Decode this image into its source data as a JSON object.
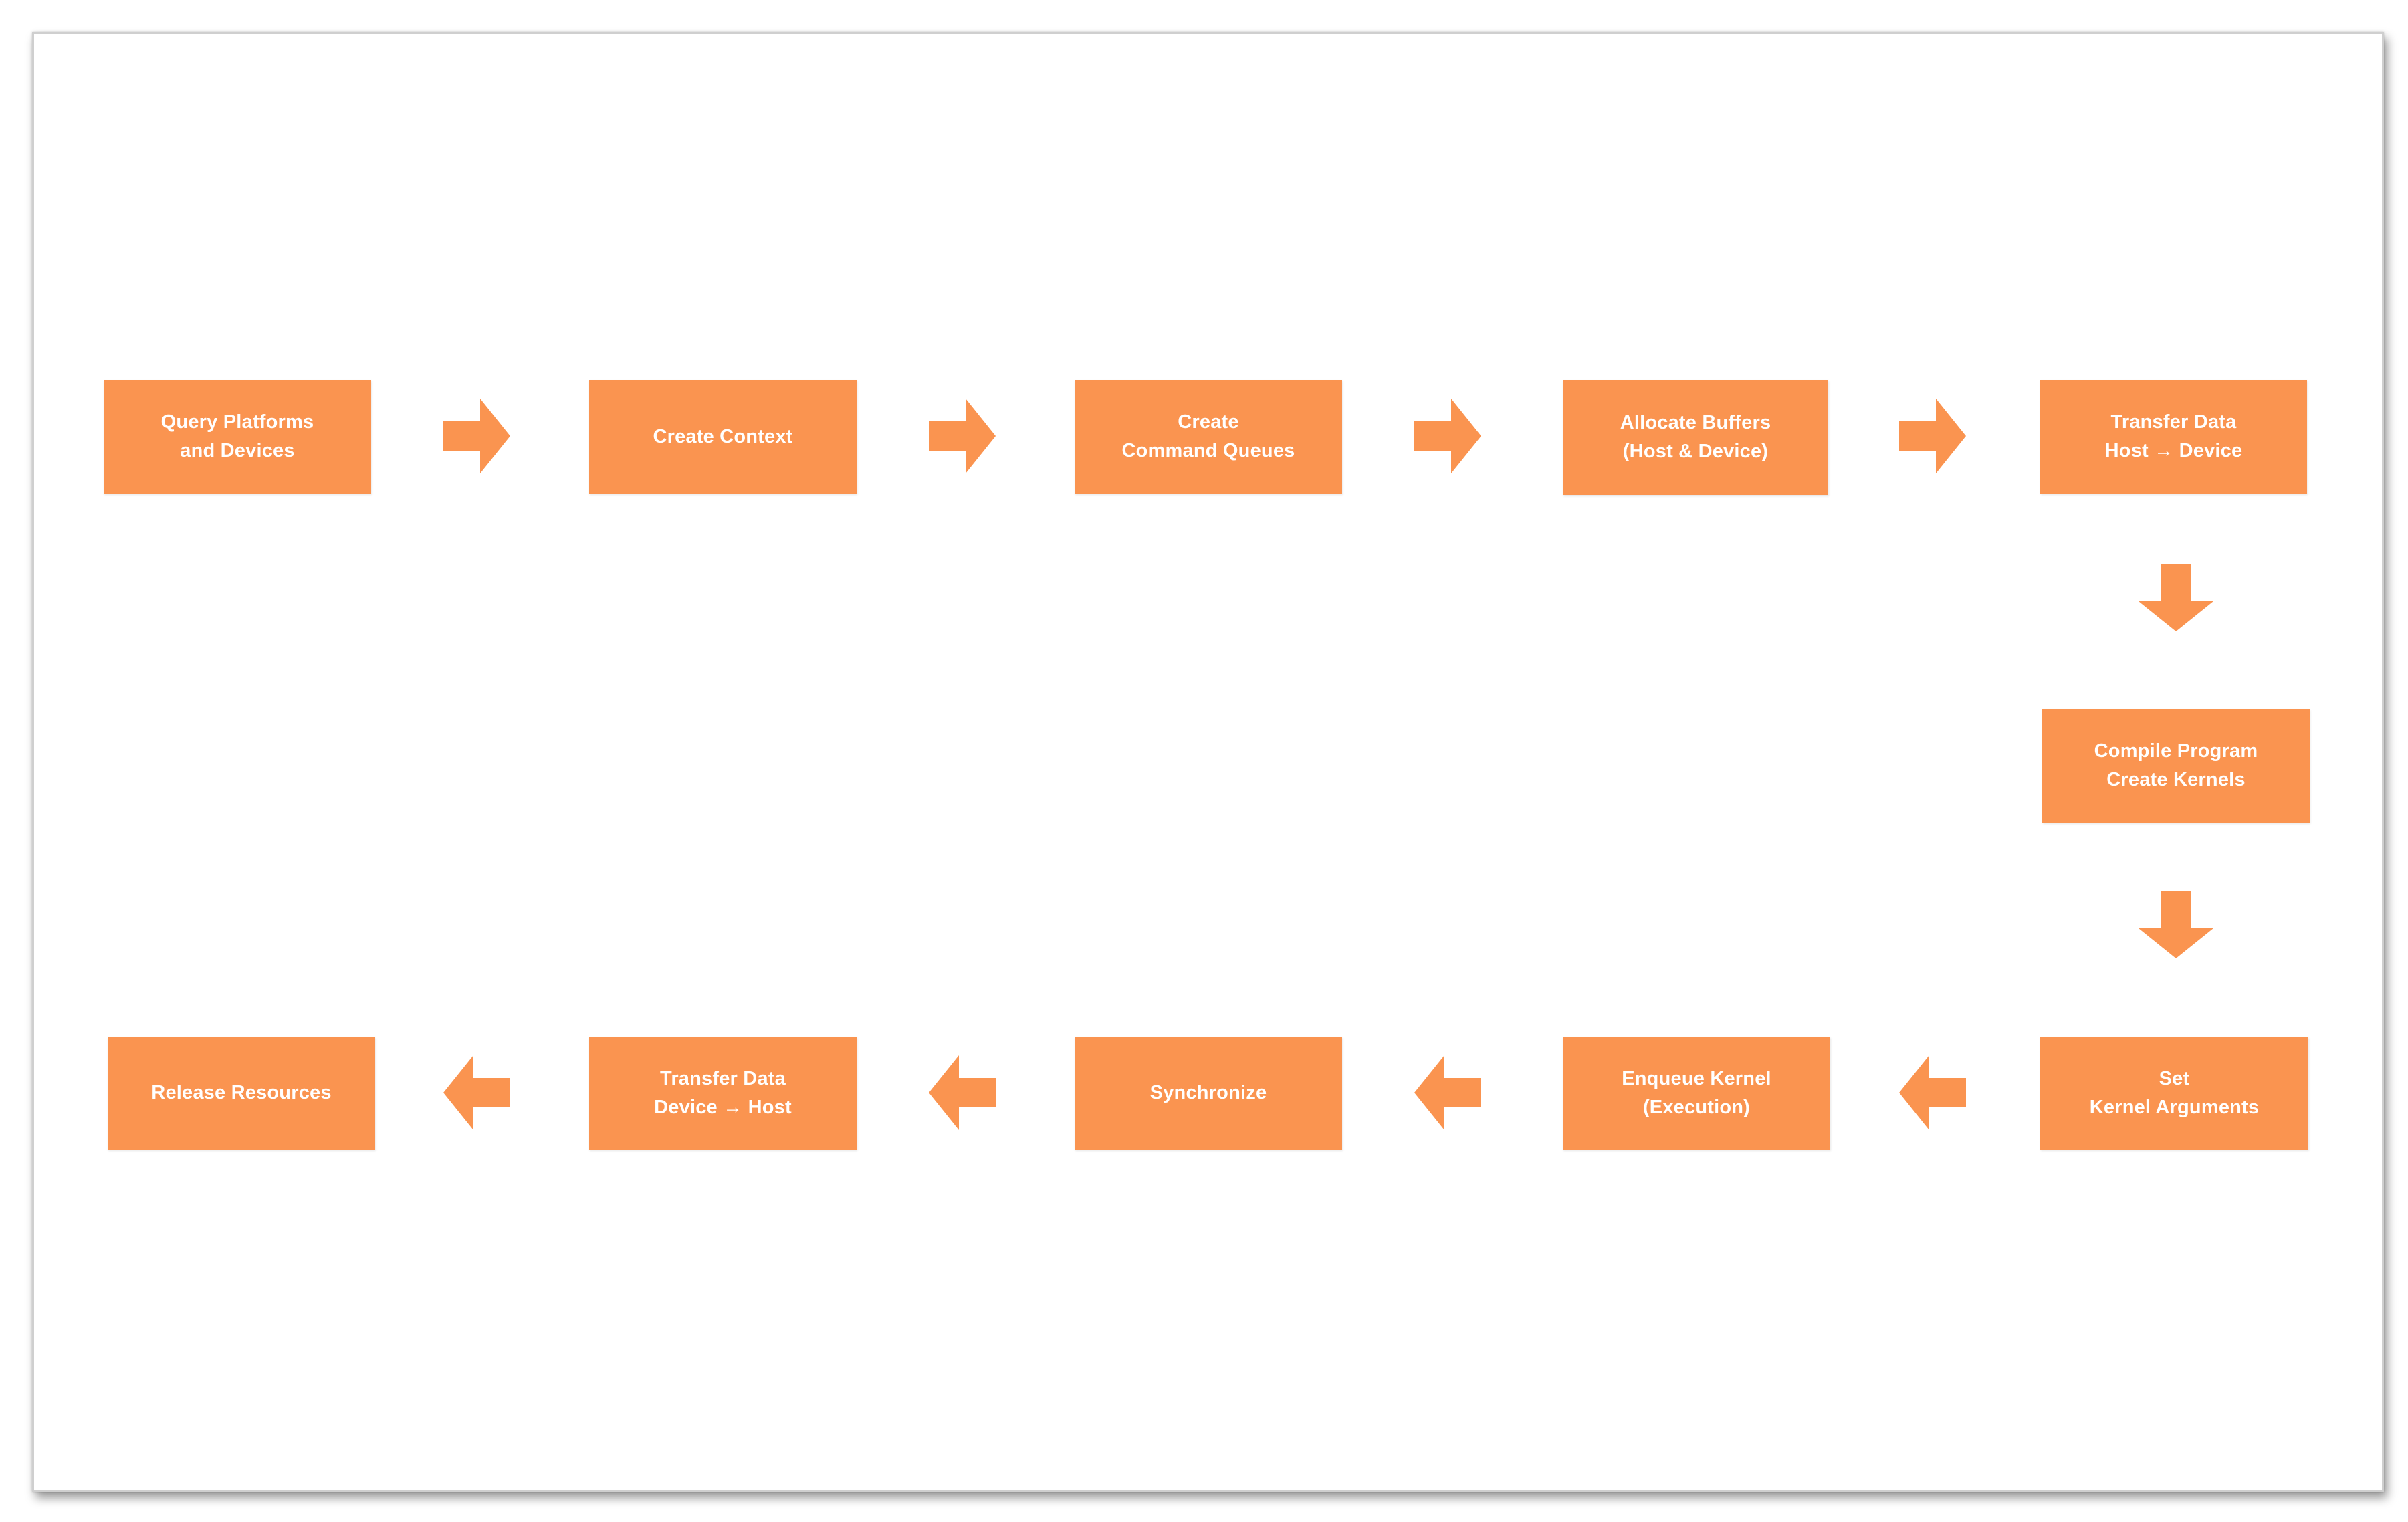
{
  "diagram": {
    "colors": {
      "box_fill": "#fa9450",
      "box_text": "#ffffff",
      "arrow_fill": "#fa9450",
      "background": "#ffffff"
    },
    "steps": [
      {
        "label": "Query Platforms\nand Devices"
      },
      {
        "label": "Create Context"
      },
      {
        "label": "Create\nCommand Queues"
      },
      {
        "label": "Allocate Buffers\n(Host & Device)"
      },
      {
        "label": "Transfer Data\nHost → Device"
      },
      {
        "label": "Compile Program\nCreate Kernels"
      },
      {
        "label": "Set\nKernel Arguments"
      },
      {
        "label": "Enqueue Kernel\n(Execution)"
      },
      {
        "label": "Synchronize"
      },
      {
        "label": "Transfer Data\nDevice → Host"
      },
      {
        "label": "Release Resources"
      }
    ],
    "connectors": [
      {
        "from": 0,
        "to": 1,
        "direction": "right",
        "icon": "arrow-right-icon"
      },
      {
        "from": 1,
        "to": 2,
        "direction": "right",
        "icon": "arrow-right-icon"
      },
      {
        "from": 2,
        "to": 3,
        "direction": "right",
        "icon": "arrow-right-icon"
      },
      {
        "from": 3,
        "to": 4,
        "direction": "right",
        "icon": "arrow-right-icon"
      },
      {
        "from": 4,
        "to": 5,
        "direction": "down",
        "icon": "arrow-down-icon"
      },
      {
        "from": 5,
        "to": 6,
        "direction": "down",
        "icon": "arrow-down-icon"
      },
      {
        "from": 6,
        "to": 7,
        "direction": "left",
        "icon": "arrow-left-icon"
      },
      {
        "from": 7,
        "to": 8,
        "direction": "left",
        "icon": "arrow-left-icon"
      },
      {
        "from": 8,
        "to": 9,
        "direction": "left",
        "icon": "arrow-left-icon"
      },
      {
        "from": 9,
        "to": 10,
        "direction": "left",
        "icon": "arrow-left-icon"
      }
    ]
  }
}
